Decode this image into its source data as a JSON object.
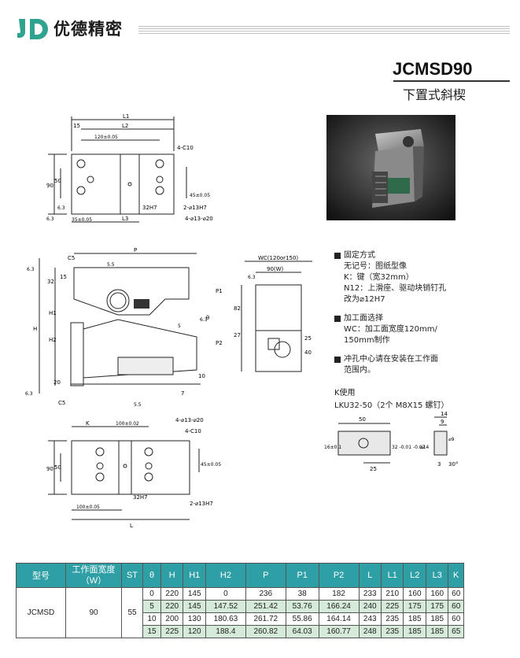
{
  "header": {
    "brand": "优德精密",
    "model": "JCMSD90",
    "subtitle": "下置式斜楔"
  },
  "colors": {
    "accent": "#2f9fa6",
    "row_shade": "#d5ead8",
    "logo": "#2fa38f"
  },
  "notes": {
    "sections": [
      {
        "title": "固定方式",
        "lines": [
          "无记号：图纸型像",
          "K：键（宽32mm）",
          "N12：上滑座、驱动块销钉孔",
          "改为⌀12H7"
        ]
      },
      {
        "title": "加工面选择",
        "lines": [
          "WC：加工面宽度120mm/",
          "150mm制作"
        ]
      },
      {
        "title": "冲孔中心请在安装在工作面",
        "lines": [
          "范围内。"
        ]
      }
    ],
    "k_use": "K使用",
    "k_model": "LKU32-50（2个 M8X15 螺钉）"
  },
  "top_view": {
    "L1": "L1",
    "L2": "L2",
    "L3": "L3",
    "d15": "15",
    "d120": "120±0.05",
    "c10": "4-C10",
    "d90": "90",
    "d50": "50",
    "d45": "45±0.05",
    "d32h7": "32H7",
    "hole2": "2-⌀13H7",
    "hole4": "4-⌀13-⌀20",
    "d35": "35±0.05",
    "r63": "6.3",
    "r63b": "6.3"
  },
  "side_view": {
    "P": "P",
    "c5": "C5",
    "d55": "5.5",
    "d32": "32",
    "d15": "15",
    "H": "H",
    "H1": "H1",
    "H2": "H2",
    "d20": "20",
    "c5b": "C5",
    "d55b": "5.5",
    "d7": "7",
    "d10": "10",
    "theta": "θ",
    "P1": "P1",
    "P2": "P2",
    "r63a": "6.3",
    "r63b": "6.3",
    "r63c": "6.3",
    "d5": "5"
  },
  "end_view": {
    "wc": "WC(120or150)",
    "w": "90(W)",
    "d82": "82",
    "d27": "27",
    "d25": "25",
    "d40": "40",
    "r63": "6.3"
  },
  "bottom_view": {
    "K": "K",
    "d100": "100±0.02",
    "hole4": "4-⌀13-⌀20",
    "c10": "4-C10",
    "d90": "90",
    "d50": "50",
    "d45": "45±0.05",
    "d32h7": "32H7",
    "d100b": "100±0.05",
    "hole2": "2-⌀13H7",
    "L": "L"
  },
  "key_view": {
    "d50": "50",
    "d25": "25",
    "d16": "16±0.1",
    "d32": "32 -0.01 -0.02",
    "d14": "14",
    "d9": "9",
    "phi9": "⌀9",
    "phi14": "⌀14",
    "d3": "3",
    "d30": "30°"
  },
  "table": {
    "headers": [
      "型号",
      "工作面宽度\n（W）",
      "ST",
      "θ",
      "H",
      "H1",
      "H2",
      "P",
      "P1",
      "P2",
      "L",
      "L1",
      "L2",
      "L3",
      "K"
    ],
    "model": "JCMSD",
    "width": "90",
    "st": "55",
    "rows": [
      [
        "0",
        "220",
        "145",
        "0",
        "236",
        "38",
        "182",
        "233",
        "210",
        "160",
        "160",
        "60"
      ],
      [
        "5",
        "220",
        "145",
        "147.52",
        "251.42",
        "53.76",
        "166.24",
        "240",
        "225",
        "175",
        "175",
        "60"
      ],
      [
        "10",
        "200",
        "130",
        "180.63",
        "261.72",
        "55.86",
        "164.14",
        "243",
        "235",
        "185",
        "185",
        "60"
      ],
      [
        "15",
        "225",
        "120",
        "188.4",
        "260.82",
        "64.03",
        "160.77",
        "248",
        "235",
        "185",
        "185",
        "65"
      ]
    ]
  }
}
